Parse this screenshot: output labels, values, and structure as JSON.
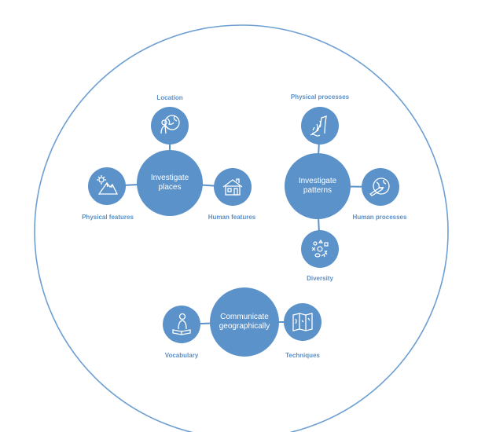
{
  "colors": {
    "accent": "#5b92ca",
    "outline": "#6d9fd2",
    "label": "#5a8fc8",
    "icon": "#ffffff"
  },
  "groups": [
    {
      "hub": {
        "line1": "Investigate",
        "line2": "places"
      },
      "nodes": [
        {
          "label": "Location",
          "icon": "globe-person-icon"
        },
        {
          "label": "Physical features",
          "icon": "mountain-icon"
        },
        {
          "label": "Human features",
          "icon": "house-icon"
        }
      ]
    },
    {
      "hub": {
        "line1": "Investigate",
        "line2": "patterns"
      },
      "nodes": [
        {
          "label": "Physical processes",
          "icon": "waterfall-icon"
        },
        {
          "label": "Human processes",
          "icon": "globe-plane-icon"
        },
        {
          "label": "Diversity",
          "icon": "shapes-icon"
        }
      ]
    },
    {
      "hub": {
        "line1": "Communicate",
        "line2": "geographically"
      },
      "nodes": [
        {
          "label": "Vocabulary",
          "icon": "reading-person-icon"
        },
        {
          "label": "Techniques",
          "icon": "map-icon"
        }
      ]
    }
  ]
}
